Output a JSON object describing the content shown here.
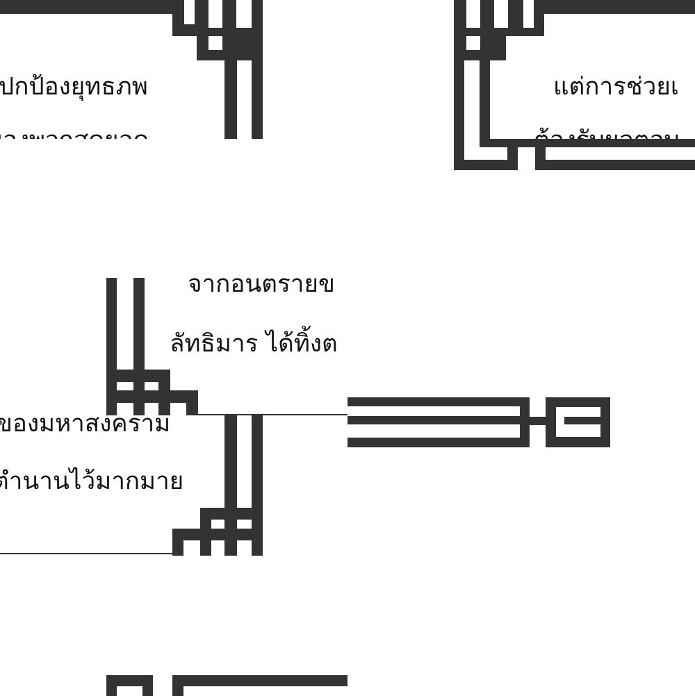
{
  "panels": [
    {
      "lines": [
        "ปกป้องยุทธภพ",
        "ของพวกสุดยอด"
      ]
    },
    {
      "lines": [
        "แต่การช่วยเ",
        "ต้องรับผลตอบ"
      ]
    },
    {
      "lines": [
        "จากอนตรายข",
        "ลัทธิมาร ได้ทิ้งต"
      ]
    },
    {
      "lines": [
        "ของมหาสงคราม",
        "ตำนานไว้มากมาย"
      ]
    }
  ],
  "colors": {
    "frame": "#333333",
    "background": "#ffffff"
  }
}
